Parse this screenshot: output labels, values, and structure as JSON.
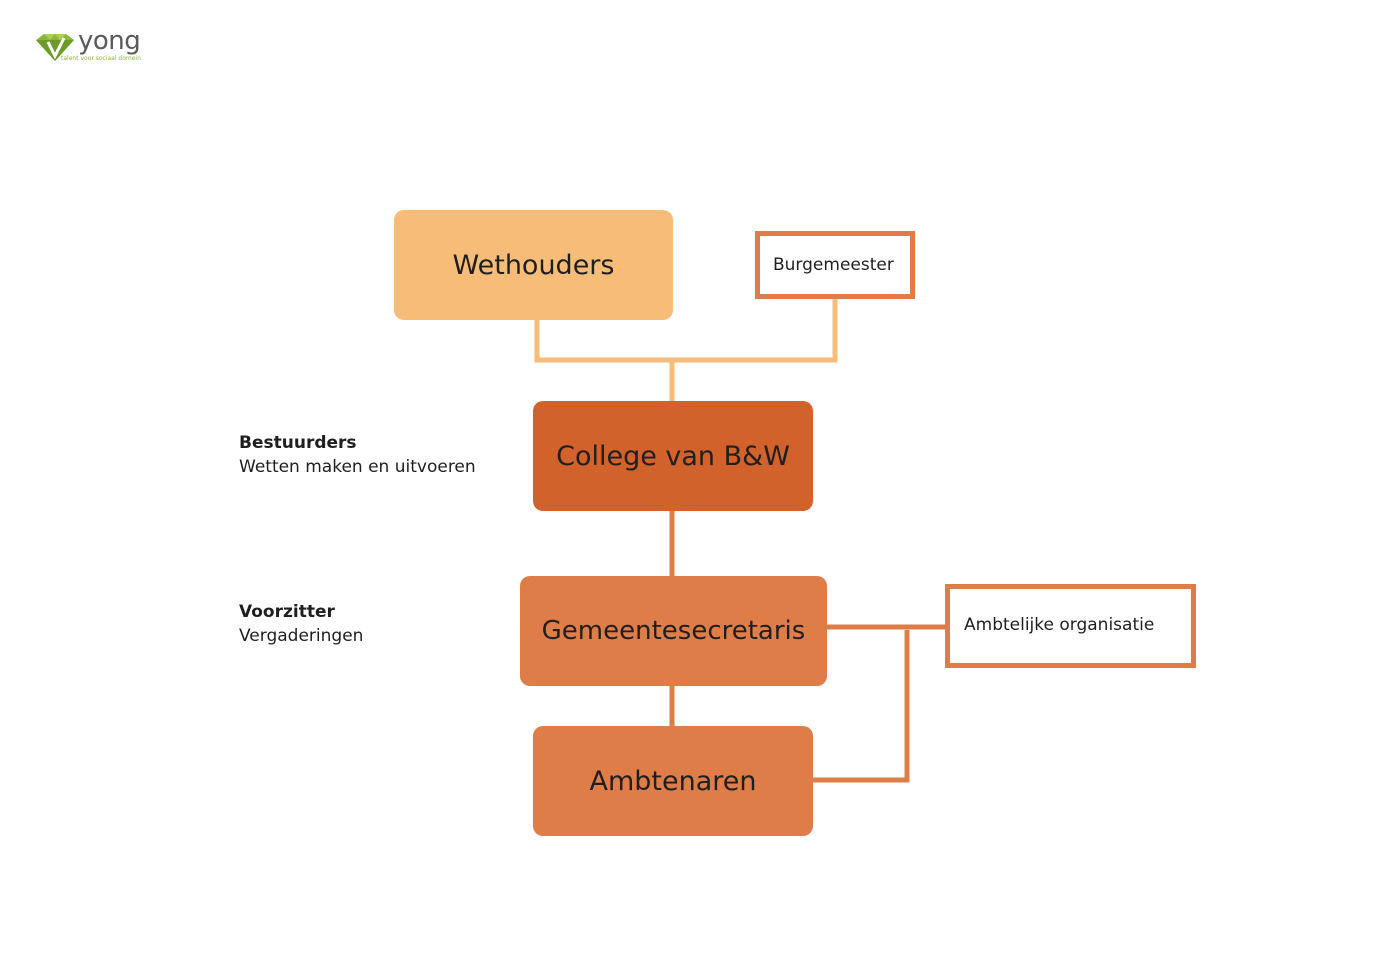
{
  "logo": {
    "word": "yong",
    "tagline": "talent voor sociaal domein",
    "colors": {
      "green": "#8cb63c",
      "gray": "#5a5a5a"
    }
  },
  "nodes": {
    "wethouders": "Wethouders",
    "burgemeester": "Burgemeester",
    "college": "College van B&W",
    "secretaris": "Gemeentesecretaris",
    "ambtenaren": "Ambtenaren",
    "ambtelijke_organisatie": "Ambtelijke organisatie"
  },
  "notes": {
    "bestuurders": {
      "title": "Bestuurders",
      "text": "Wetten maken en uitvoeren"
    },
    "voorzitter": {
      "title": "Voorzitter",
      "text": "Vergaderingen"
    }
  },
  "edges": [
    {
      "from": "Wethouders",
      "to": "College van B&W"
    },
    {
      "from": "Burgemeester",
      "to": "College van B&W"
    },
    {
      "from": "College van B&W",
      "to": "Gemeentesecretaris"
    },
    {
      "from": "Gemeentesecretaris",
      "to": "Ambtenaren"
    },
    {
      "from": "Gemeentesecretaris",
      "to": "Ambtelijke organisatie"
    },
    {
      "from": "Ambtenaren",
      "to": "Ambtelijke organisatie"
    }
  ],
  "colors": {
    "light_orange": "#f7bd78",
    "dark_orange": "#d2622b",
    "mid_orange": "#de7d48",
    "outline": "#de7d48"
  }
}
